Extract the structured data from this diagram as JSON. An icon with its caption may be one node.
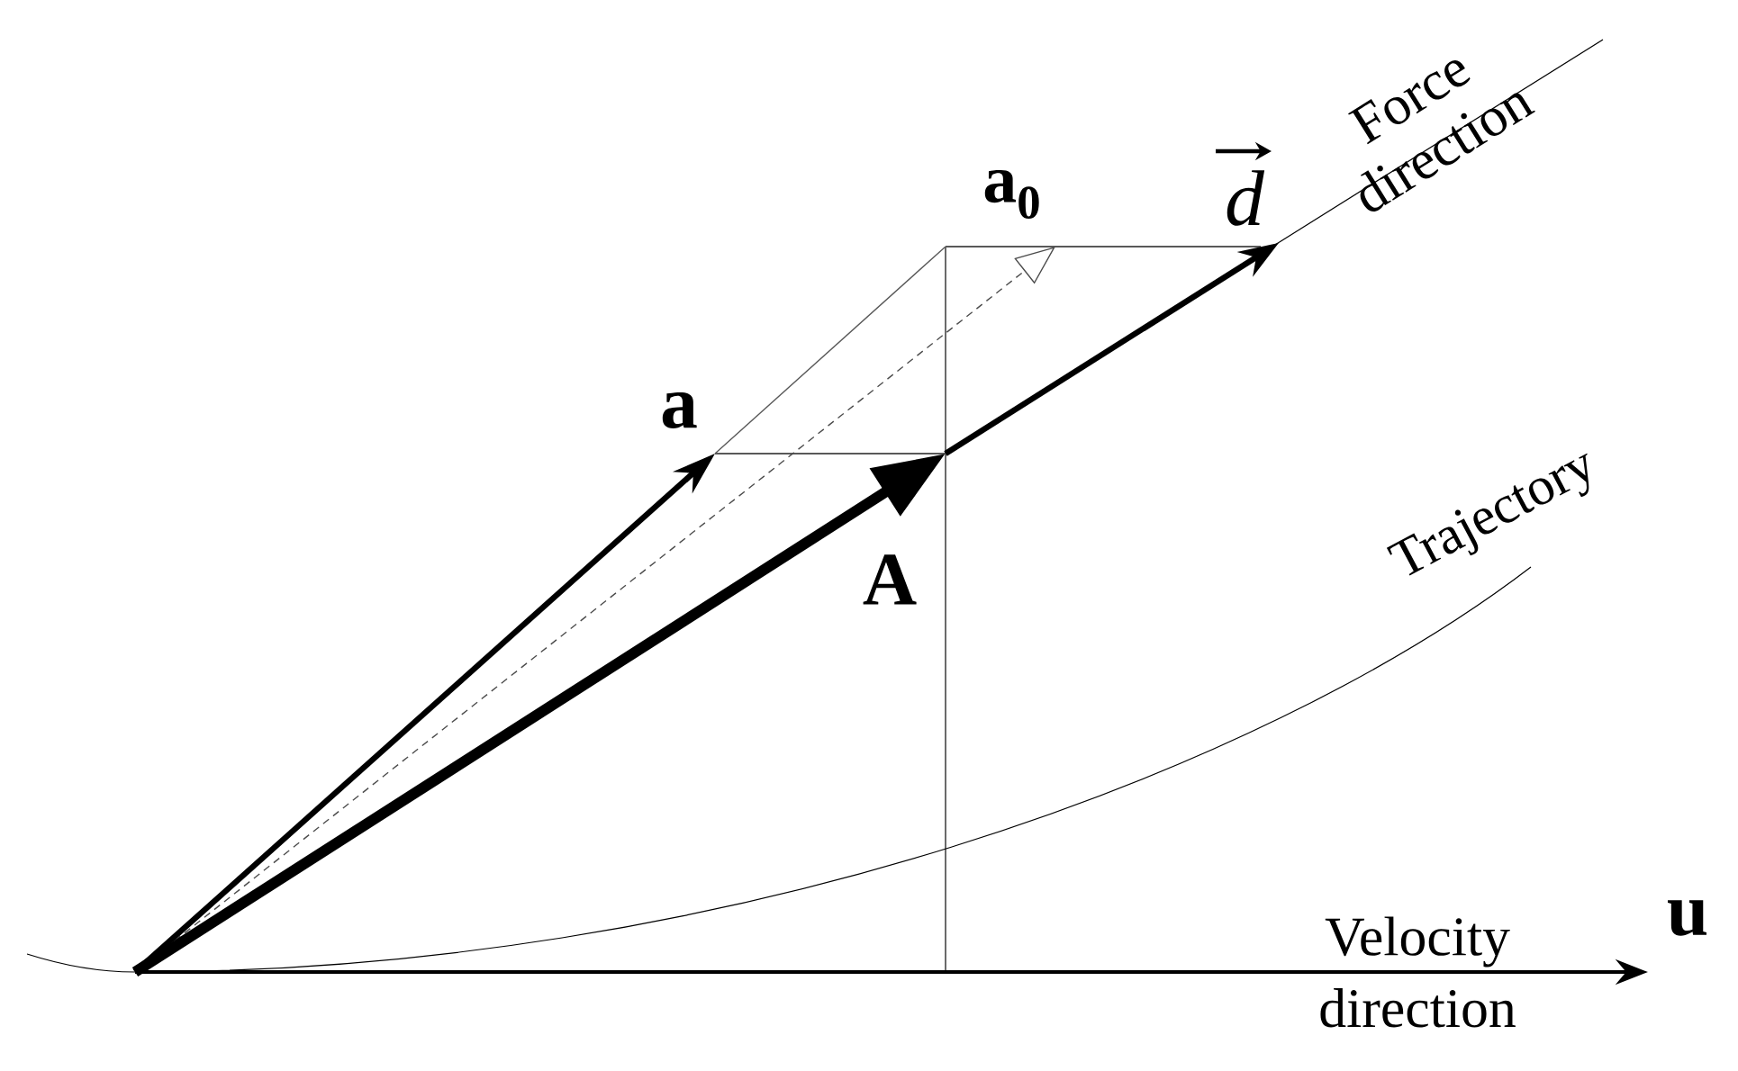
{
  "diagram": {
    "labels": [
      "Force direction",
      "a$_{0}$",
      "d",
      "a",
      "Trajectory",
      "A",
      "u",
      "Velocity direction"
    ]
  }
}
